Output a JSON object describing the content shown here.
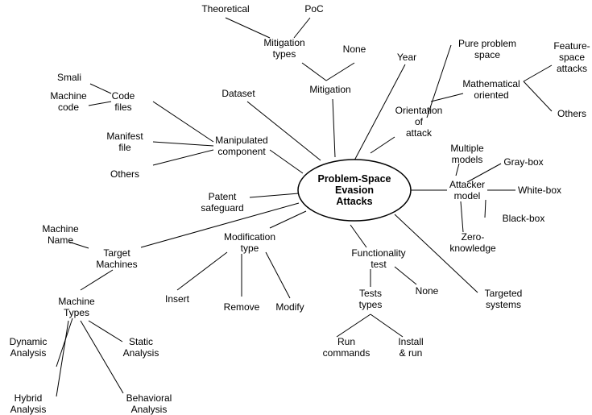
{
  "center": {
    "lines": [
      "Problem-Space",
      "Evasion",
      "Attacks"
    ]
  },
  "nodes": {
    "theoretical": "Theoretical",
    "poc": "PoC",
    "mitigation_types": [
      "Mitigation",
      "types"
    ],
    "none_mitigation": "None",
    "mitigation": "Mitigation",
    "year": "Year",
    "dataset": "Dataset",
    "smali": "Smali",
    "machine_code": [
      "Machine",
      "code"
    ],
    "code_files": [
      "Code",
      "files"
    ],
    "manifest_file": [
      "Manifest",
      "file"
    ],
    "others_component": "Others",
    "manipulated_component": [
      "Manipulated",
      "component"
    ],
    "pure_problem_space": [
      "Pure problem",
      "space"
    ],
    "feature_space_attacks": [
      "Feature-",
      "space",
      "attacks"
    ],
    "mathematical_oriented": [
      "Mathematical",
      "oriented"
    ],
    "others_math": "Others",
    "orientation_of_attack": [
      "Orientation",
      "of",
      "attack"
    ],
    "multiple_models": [
      "Multiple",
      "models"
    ],
    "gray_box": "Gray-box",
    "attacker_model": [
      "Attacker",
      "model"
    ],
    "white_box": "White-box",
    "black_box": "Black-box",
    "zero_knowledge": [
      "Zero-",
      "knowledge"
    ],
    "patent_safeguard": [
      "Patent",
      "safeguard"
    ],
    "machine_name": [
      "Machine",
      "Name"
    ],
    "target_machines": [
      "Target",
      "Machines"
    ],
    "modification_type": [
      "Modification",
      "type"
    ],
    "insert": "Insert",
    "remove": "Remove",
    "modify": "Modify",
    "functionality_test": [
      "Functionality",
      "test"
    ],
    "none_functionality": "None",
    "tests_types": [
      "Tests",
      "types"
    ],
    "run_commands": [
      "Run",
      "commands"
    ],
    "install_run": [
      "Install",
      "& run"
    ],
    "targeted_systems": [
      "Targeted",
      "systems"
    ],
    "machine_types": [
      "Machine",
      "Types"
    ],
    "dynamic_analysis": [
      "Dynamic",
      "Analysis"
    ],
    "static_analysis": [
      "Static",
      "Analysis"
    ],
    "hybrid_analysis": [
      "Hybrid",
      "Analysis"
    ],
    "behavioral_analysis": [
      "Behavioral",
      "Analysis"
    ]
  },
  "edges": [
    [
      "theoretical",
      "mitigation_types"
    ],
    [
      "poc",
      "mitigation_types"
    ],
    [
      "mitigation_types",
      "none_mitigation"
    ],
    [
      "none_mitigation",
      "mitigation"
    ],
    [
      "mitigation",
      "center"
    ],
    [
      "year",
      "center"
    ],
    [
      "dataset",
      "center"
    ],
    [
      "smali",
      "code_files"
    ],
    [
      "machine_code",
      "code_files"
    ],
    [
      "code_files",
      "manipulated_component"
    ],
    [
      "manifest_file",
      "manipulated_component"
    ],
    [
      "others_component",
      "manipulated_component"
    ],
    [
      "manipulated_component",
      "center"
    ],
    [
      "pure_problem_space",
      "orientation_of_attack"
    ],
    [
      "mathematical_oriented",
      "orientation_of_attack"
    ],
    [
      "mathematical_oriented",
      "feature_space_attacks"
    ],
    [
      "mathematical_oriented",
      "others_math"
    ],
    [
      "orientation_of_attack",
      "center"
    ],
    [
      "center",
      "attacker_model"
    ],
    [
      "multiple_models",
      "attacker_model"
    ],
    [
      "gray_box",
      "attacker_model"
    ],
    [
      "white_box",
      "attacker_model"
    ],
    [
      "black_box",
      "attacker_model"
    ],
    [
      "zero_knowledge",
      "attacker_model"
    ],
    [
      "patent_safeguard",
      "center"
    ],
    [
      "target_machines",
      "center"
    ],
    [
      "machine_name",
      "target_machines"
    ],
    [
      "target_machines",
      "machine_types"
    ],
    [
      "machine_types",
      "dynamic_analysis"
    ],
    [
      "machine_types",
      "static_analysis"
    ],
    [
      "machine_types",
      "hybrid_analysis"
    ],
    [
      "machine_types",
      "behavioral_analysis"
    ],
    [
      "modification_type",
      "center"
    ],
    [
      "modification_type",
      "insert"
    ],
    [
      "modification_type",
      "remove"
    ],
    [
      "modification_type",
      "modify"
    ],
    [
      "center",
      "functionality_test"
    ],
    [
      "functionality_test",
      "none_functionality"
    ],
    [
      "functionality_test",
      "tests_types"
    ],
    [
      "tests_types",
      "run_commands"
    ],
    [
      "tests_types",
      "install_run"
    ],
    [
      "center",
      "targeted_systems"
    ]
  ]
}
